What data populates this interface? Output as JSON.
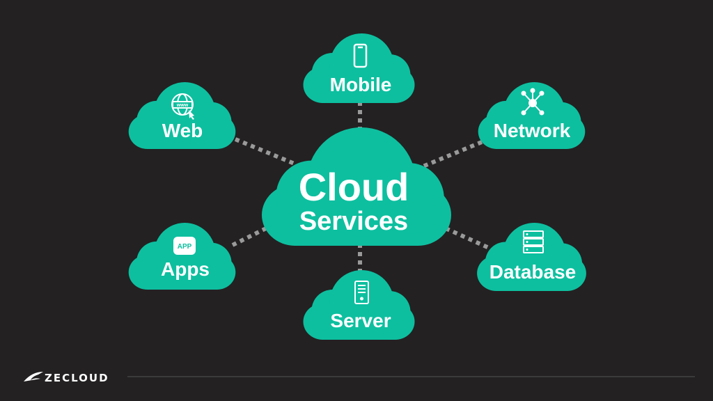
{
  "center": {
    "line1": "Cloud",
    "line2": "Services"
  },
  "nodes": {
    "mobile": "Mobile",
    "web": "Web",
    "network": "Network",
    "apps": "Apps",
    "database": "Database",
    "server": "Server"
  },
  "icons": {
    "www_text": "www",
    "app_text": "APP"
  },
  "footer": {
    "logo_text": "ZECLOUD"
  },
  "colors": {
    "background": "#232122",
    "cloud": "#0dbf9f",
    "connector": "#9a9a9a"
  }
}
